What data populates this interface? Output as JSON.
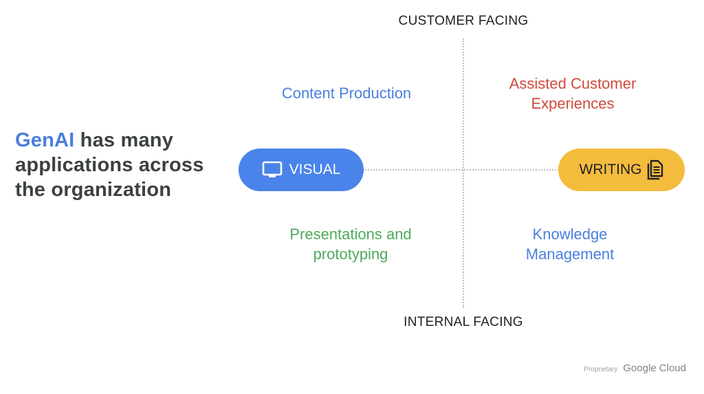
{
  "headline": {
    "accent": "GenAI",
    "line1_rest": " has many",
    "line2": "applications across",
    "line3": "the organization"
  },
  "axes": {
    "top": "CUSTOMER FACING",
    "bottom": "INTERNAL FACING"
  },
  "poles": {
    "left": {
      "label": "VISUAL",
      "icon": "monitor-icon",
      "color": "#4a84ea"
    },
    "right": {
      "label": "WRITING",
      "icon": "document-icon",
      "color": "#f4bc3c"
    }
  },
  "quadrants": {
    "top_left": {
      "line1": "Content Production",
      "line2": "",
      "color": "#4a7fdc"
    },
    "top_right": {
      "line1": "Assisted Customer",
      "line2": "Experiences",
      "color": "#d04a3c"
    },
    "bottom_left": {
      "line1": "Presentations and",
      "line2": "prototyping",
      "color": "#4caa5a"
    },
    "bottom_right": {
      "line1": "Knowledge",
      "line2": "Management",
      "color": "#4a7fdc"
    }
  },
  "footer": {
    "proprietary": "Proprietary",
    "brand": "Google Cloud"
  }
}
